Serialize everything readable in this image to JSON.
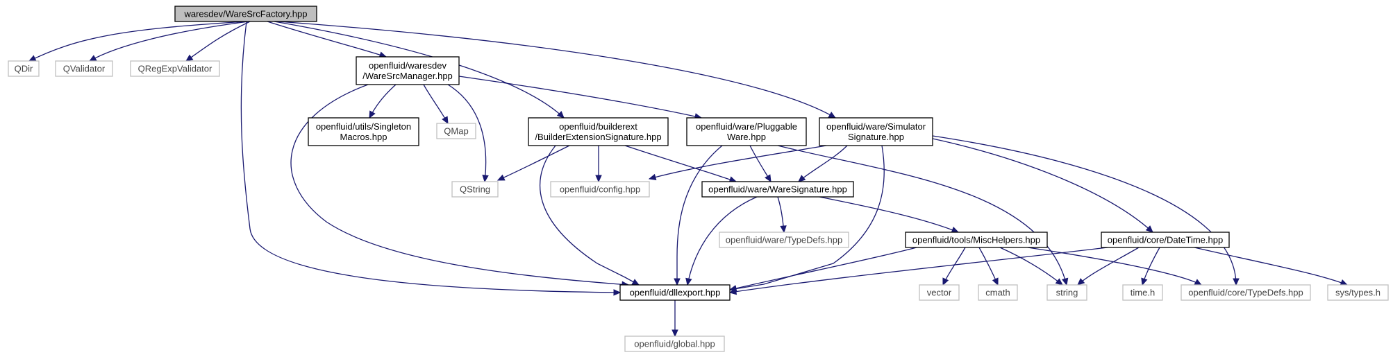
{
  "diagram": {
    "type": "include-dependency-graph",
    "colors": {
      "edge": "#191970",
      "root_fill": "#bfbfbf",
      "documented_border": "#000000",
      "external_border": "#bfbfbf"
    },
    "nodes": [
      {
        "id": "root",
        "lines": [
          "waresdev/WareSrcFactory.hpp"
        ],
        "kind": "root"
      },
      {
        "id": "qdir",
        "lines": [
          "QDir"
        ],
        "kind": "external"
      },
      {
        "id": "qvalidator",
        "lines": [
          "QValidator"
        ],
        "kind": "external"
      },
      {
        "id": "qregexp",
        "lines": [
          "QRegExpValidator"
        ],
        "kind": "external"
      },
      {
        "id": "wsm",
        "lines": [
          "openfluid/waresdev",
          "/WareSrcManager.hpp"
        ],
        "kind": "documented"
      },
      {
        "id": "bes",
        "lines": [
          "openfluid/builderext",
          "/BuilderExtensionSignature.hpp"
        ],
        "kind": "documented"
      },
      {
        "id": "pw",
        "lines": [
          "openfluid/ware/Pluggable",
          "Ware.hpp"
        ],
        "kind": "documented"
      },
      {
        "id": "ss",
        "lines": [
          "openfluid/ware/Simulator",
          "Signature.hpp"
        ],
        "kind": "documented"
      },
      {
        "id": "sm",
        "lines": [
          "openfluid/utils/Singleton",
          "Macros.hpp"
        ],
        "kind": "documented"
      },
      {
        "id": "qmap",
        "lines": [
          "QMap"
        ],
        "kind": "external"
      },
      {
        "id": "qstring",
        "lines": [
          "QString"
        ],
        "kind": "external"
      },
      {
        "id": "config",
        "lines": [
          "openfluid/config.hpp"
        ],
        "kind": "external"
      },
      {
        "id": "ws",
        "lines": [
          "openfluid/ware/WareSignature.hpp"
        ],
        "kind": "documented"
      },
      {
        "id": "wtd",
        "lines": [
          "openfluid/ware/TypeDefs.hpp"
        ],
        "kind": "external"
      },
      {
        "id": "mh",
        "lines": [
          "openfluid/tools/MiscHelpers.hpp"
        ],
        "kind": "documented"
      },
      {
        "id": "dt",
        "lines": [
          "openfluid/core/DateTime.hpp"
        ],
        "kind": "documented"
      },
      {
        "id": "dll",
        "lines": [
          "openfluid/dllexport.hpp"
        ],
        "kind": "documented"
      },
      {
        "id": "vector",
        "lines": [
          "vector"
        ],
        "kind": "external"
      },
      {
        "id": "cmath",
        "lines": [
          "cmath"
        ],
        "kind": "external"
      },
      {
        "id": "string",
        "lines": [
          "string"
        ],
        "kind": "external"
      },
      {
        "id": "timeh",
        "lines": [
          "time.h"
        ],
        "kind": "external"
      },
      {
        "id": "ctd",
        "lines": [
          "openfluid/core/TypeDefs.hpp"
        ],
        "kind": "external"
      },
      {
        "id": "systypes",
        "lines": [
          "sys/types.h"
        ],
        "kind": "external"
      },
      {
        "id": "global",
        "lines": [
          "openfluid/global.hpp"
        ],
        "kind": "external"
      }
    ],
    "edges": [
      [
        "root",
        "qdir"
      ],
      [
        "root",
        "qvalidator"
      ],
      [
        "root",
        "qregexp"
      ],
      [
        "root",
        "wsm"
      ],
      [
        "root",
        "bes"
      ],
      [
        "root",
        "ss"
      ],
      [
        "root",
        "dll"
      ],
      [
        "wsm",
        "sm"
      ],
      [
        "wsm",
        "qmap"
      ],
      [
        "wsm",
        "qstring"
      ],
      [
        "wsm",
        "pw"
      ],
      [
        "wsm",
        "dll"
      ],
      [
        "bes",
        "qstring"
      ],
      [
        "bes",
        "config"
      ],
      [
        "bes",
        "ws"
      ],
      [
        "bes",
        "dll"
      ],
      [
        "pw",
        "ws"
      ],
      [
        "pw",
        "dll"
      ],
      [
        "pw",
        "string"
      ],
      [
        "ss",
        "config"
      ],
      [
        "ss",
        "ws"
      ],
      [
        "ss",
        "dll"
      ],
      [
        "ss",
        "dt"
      ],
      [
        "ss",
        "ctd"
      ],
      [
        "ws",
        "wtd"
      ],
      [
        "ws",
        "mh"
      ],
      [
        "ws",
        "dll"
      ],
      [
        "mh",
        "dll"
      ],
      [
        "mh",
        "vector"
      ],
      [
        "mh",
        "cmath"
      ],
      [
        "mh",
        "string"
      ],
      [
        "mh",
        "ctd"
      ],
      [
        "dt",
        "dll"
      ],
      [
        "dt",
        "string"
      ],
      [
        "dt",
        "timeh"
      ],
      [
        "dt",
        "systypes"
      ],
      [
        "dll",
        "global"
      ]
    ]
  }
}
